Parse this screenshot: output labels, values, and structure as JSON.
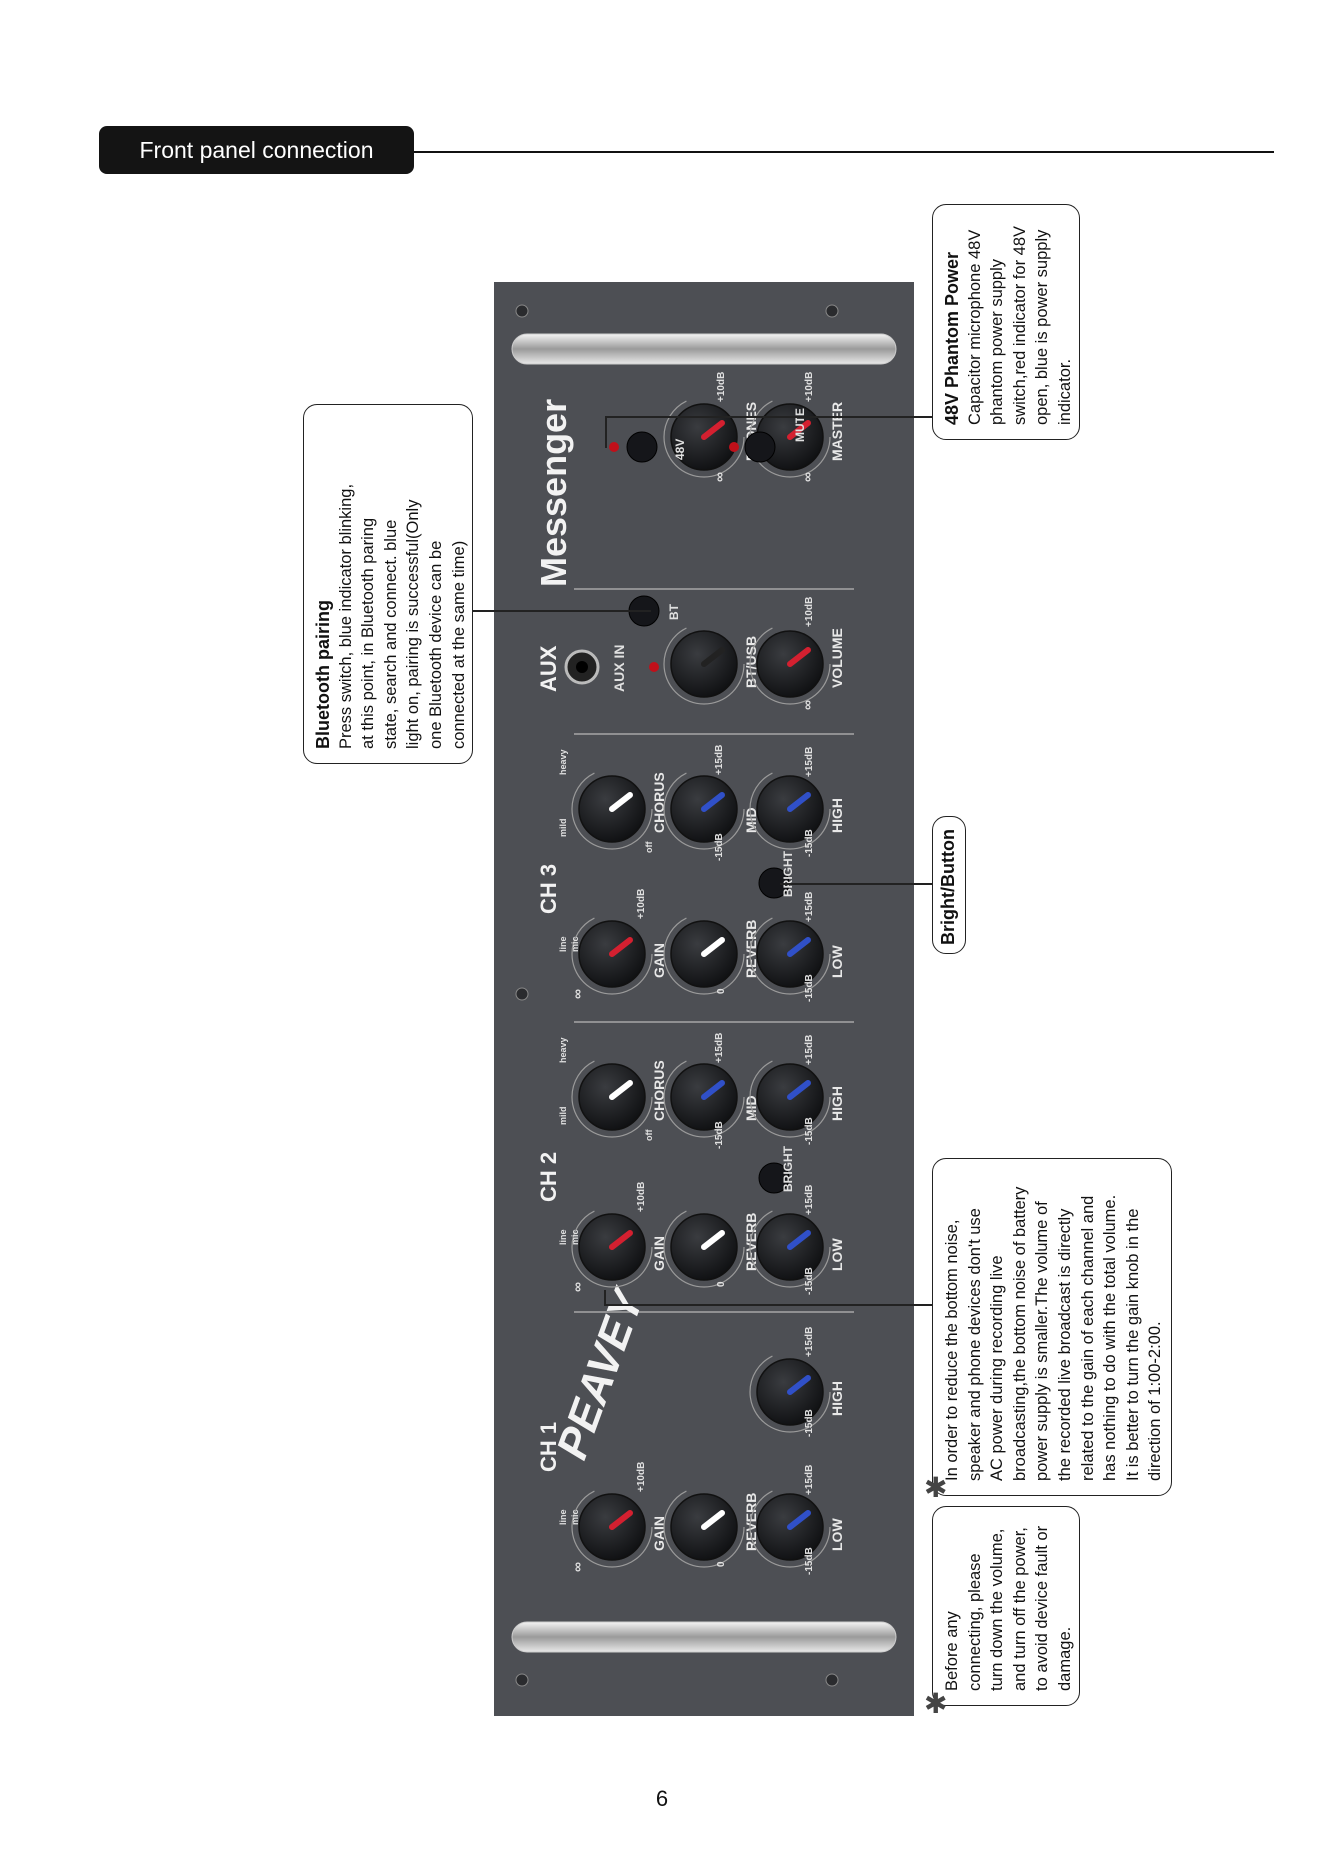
{
  "header": {
    "title": "Front panel connection"
  },
  "page_number": "6",
  "notes": {
    "bluetooth": {
      "title": "Bluetooth pairing",
      "lines": [
        "Press switch, blue indicator blinking,",
        "at this point, in Bluetooth paring",
        "state, search and connect. blue",
        "light on, pairing is successful(Only",
        "one Bluetooth device can be",
        "connected at the same time)"
      ]
    },
    "phantom": {
      "title": "48V Phantom Power",
      "lines": [
        "Capacitor microphone 48V",
        "phantom power supply",
        "switch,red indicator for 48V",
        "open, blue is power supply",
        "indicator."
      ]
    },
    "bright": {
      "title": "Bright/Button"
    },
    "noise": {
      "lines": [
        "In order to reduce the bottom noise,",
        "speaker and phone devices don't use",
        "AC power during recording live",
        "broadcasting,the bottom noise of battery",
        "power supply is smaller.The volume of",
        "the recorded live broadcast is directly",
        "related to the gain of each channel and",
        "has nothing to do with the total volume.",
        "It is better to turn the gain knob in the",
        "direction of 1:00-2:00."
      ]
    },
    "power": {
      "lines": [
        "Before any",
        "connecting, please",
        "turn down the volume,",
        "and turn off the power,",
        "to avoid device fault or",
        "damage."
      ]
    }
  },
  "panel": {
    "brand": "PEAVEY",
    "model": "Messenger",
    "channels": {
      "ch1": "CH 1",
      "ch2": "CH 2",
      "ch3": "CH 3",
      "aux": "AUX"
    },
    "labels": {
      "gain": "GAIN",
      "reverb": "REVERB",
      "low": "LOW",
      "high": "HIGH",
      "mid": "MID",
      "chorus": "CHORUS",
      "bright": "BRIGHT",
      "aux_in": "AUX IN",
      "bt_usb": "BT/USB",
      "volume": "VOLUME",
      "phones": "PHONES",
      "master": "MASTER",
      "mute": "MUTE",
      "v48": "48V",
      "bt": "BT",
      "inf": "∞",
      "zero": "0",
      "plus10": "+10dB",
      "plus15": "+15dB",
      "minus15": "-15dB",
      "line": "line",
      "mic": "mic",
      "mild": "mild",
      "heavy": "heavy",
      "off": "off"
    }
  }
}
